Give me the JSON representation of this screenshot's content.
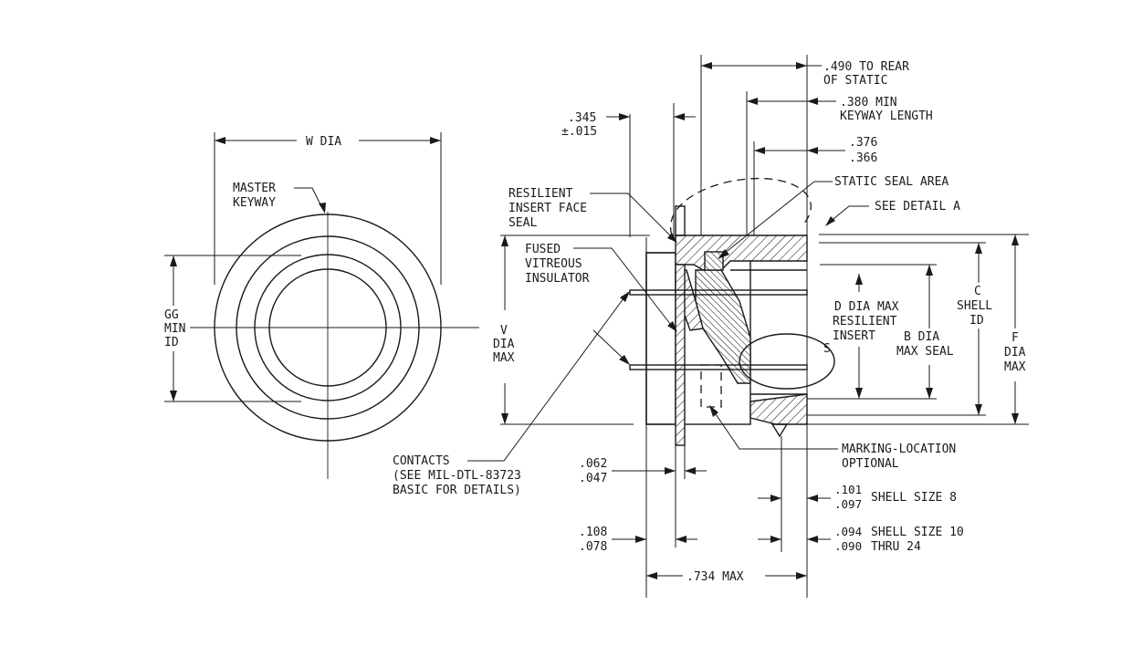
{
  "end_view": {
    "w_dia": "W DIA",
    "master_keyway": [
      "MASTER",
      "KEYWAY"
    ],
    "gg_min_id": [
      "GG",
      "MIN",
      "ID"
    ]
  },
  "side_view": {
    "dim_490": [
      ".490 TO REAR",
      "OF STATIC"
    ],
    "dim_380": [
      ".380 MIN",
      "KEYWAY LENGTH"
    ],
    "dim_376": [
      ".376",
      ".366"
    ],
    "dim_345": [
      ".345",
      "±.015"
    ],
    "static_seal_area": "STATIC SEAL AREA",
    "see_detail_a": "SEE DETAIL A",
    "resilient_insert_face_seal": [
      "RESILIENT",
      "INSERT FACE",
      "SEAL"
    ],
    "fused_vitreous_insulator": [
      "FUSED",
      "VITREOUS",
      "INSULATOR"
    ],
    "v_dia_max": [
      "V",
      "DIA",
      "MAX"
    ],
    "d_dia_max": [
      "D DIA MAX",
      "RESILIENT",
      "INSERT"
    ],
    "b_dia_max_seal": [
      "B DIA",
      "MAX SEAL"
    ],
    "c_shell_id": [
      "C",
      "SHELL",
      "ID"
    ],
    "f_dia_max": [
      "F",
      "DIA",
      "MAX"
    ],
    "contacts": [
      "CONTACTS",
      "(SEE MIL-DTL-83723",
      "BASIC FOR DETAILS)"
    ],
    "marking_location": [
      "MARKING-LOCATION",
      "OPTIONAL"
    ],
    "dim_062": [
      ".062",
      ".047"
    ],
    "dim_101": [
      ".101",
      ".097"
    ],
    "shell_size_8": "SHELL SIZE 8",
    "dim_108": [
      ".108",
      ".078"
    ],
    "dim_094": [
      ".094",
      ".090"
    ],
    "shell_size_10": [
      "SHELL SIZE 10",
      "THRU 24"
    ],
    "dim_734": ".734 MAX",
    "detail_s": "S"
  }
}
